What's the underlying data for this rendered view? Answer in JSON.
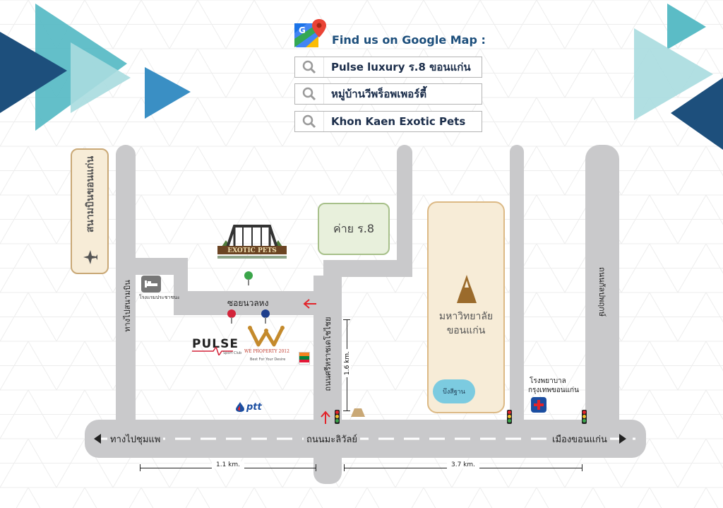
{
  "header": {
    "title": "Find us on Google Map :",
    "searches": [
      {
        "label": "Pulse luxury ร.8 ขอนแก่น"
      },
      {
        "label": "หมู่บ้านวีพร็อพเพอร์ตี้"
      },
      {
        "label": "Khon Kaen Exotic Pets"
      }
    ]
  },
  "places": {
    "airport": "สนามบินขอนแก่น",
    "camp": "ค่าย ร.8",
    "university_line1": "มหาวิทยาลัย",
    "university_line2": "ขอนแก่น",
    "pond": "บึงสีฐาน",
    "hotel": "โรงแรมประชาชนะ",
    "hospital_line1": "โรงพยาบาล",
    "hospital_line2": "กรุงเทพขอนแก่น",
    "exotic_pets_name": "EXOTIC PETS",
    "pulse_logo": "PULSE",
    "pulse_sub": "Sport Club",
    "we_property": "WE PROPERTY 2012",
    "we_property_tag": "Best For Your Desire",
    "ptt": "ptt"
  },
  "roads": {
    "to_airport": "ทางไปสนามบิน",
    "soi": "ซอยนวลหง",
    "sri_chan": "ถนนศรีหราชเดโชไชย",
    "kanlapaphruek": "ถนนกัลปพฤกษ์",
    "mali_wan": "ถนนมะลิวัลย์",
    "to_chumphae": "ทางไปชุมแพ",
    "to_city": "เมืองขอนแก่น"
  },
  "distances": {
    "left": "1.1 km.",
    "right": "3.7 km.",
    "vertical": "1.6 km."
  },
  "colors": {
    "road": "#c9c9cb",
    "teal": "#5bbcc6",
    "navy": "#1d4f7c",
    "camp_fill": "#e8f0dc",
    "university_fill": "#f7ecd7",
    "pond": "#7ccbe0",
    "arrow_red": "#e2232a"
  }
}
